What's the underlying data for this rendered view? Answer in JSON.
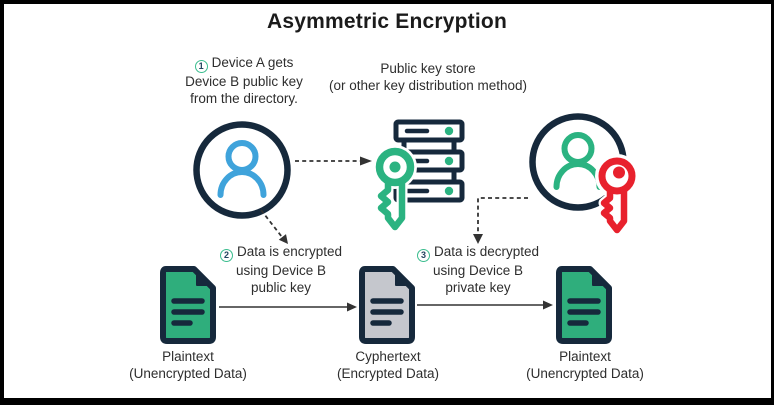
{
  "title": "Asymmetric Encryption",
  "annotations": {
    "step1": {
      "number": "1",
      "line1": "Device A gets",
      "line2": "Device B public key",
      "line3": "from the directory."
    },
    "step2": {
      "number": "2",
      "line1": "Data is encrypted",
      "line2": "using Device B",
      "line3": "public key"
    },
    "step3": {
      "number": "3",
      "line1": "Data is decrypted",
      "line2": "using Device B",
      "line3": "private key"
    },
    "key_store_caption": {
      "line1": "Public key store",
      "line2": "(or other key distribution method)"
    }
  },
  "documents": {
    "left": {
      "name": "Plaintext",
      "detail": "(Unencrypted Data)"
    },
    "middle": {
      "name": "Cyphertext",
      "detail": "(Encrypted Data)"
    },
    "right": {
      "name": "Plaintext",
      "detail": "(Unencrypted Data)"
    }
  },
  "icons": {
    "device_a": "user-in-circle-icon-blue",
    "key_store": "server-stack-icon",
    "public_key": "key-icon-green",
    "device_b": "user-in-circle-icon-green",
    "private_key": "key-icon-red",
    "arrows": [
      "dashed-arrow-right",
      "dashed-arrow-diagonal",
      "dashed-arrow-elbow-down",
      "solid-arrow-right",
      "solid-arrow-right"
    ]
  },
  "colors": {
    "navy": "#16293C",
    "blue": "#3FA3DB",
    "green": "#2BB381",
    "doc_green": "#2FAE7C",
    "red": "#E8212D",
    "gray_document": "#C5C7CD",
    "text": "#2E2E2E",
    "frame": "#000000",
    "background": "#FFFFFF"
  }
}
